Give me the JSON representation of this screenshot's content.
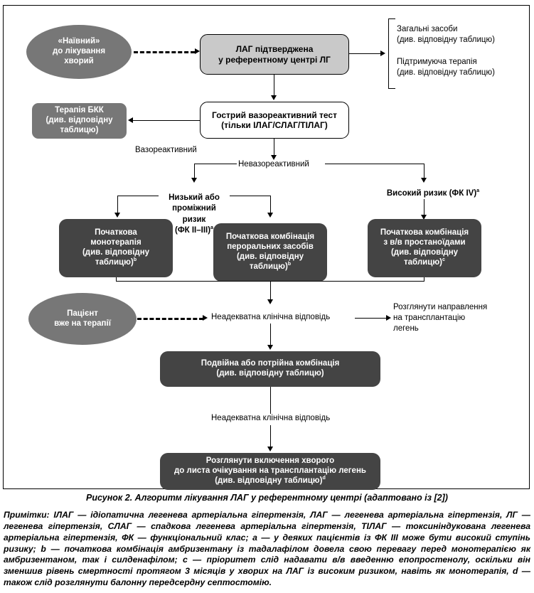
{
  "figure": {
    "caption": "Рисунок 2. Алгоритм лікування ЛАГ у референтному центрі (адаптовано із [2])"
  },
  "nodes": {
    "naive_patient": "«Наївний»\nдо лікування\nхворий",
    "pah_confirmed": "ЛАГ підтверджена\nу референтному центрі ЛГ",
    "ccb_therapy": "Терапія БКК\n(див. відповідну\nтаблицю)",
    "vasoreactive_test": "Гострий вазореактивний тест\n(тільки ІЛАГ/СЛАГ/ТІЛАГ)",
    "initial_monotherapy": "Початкова\nмонотерапія\n(див. відповідну\nтаблицю)",
    "initial_monotherapy_sup": "b",
    "initial_oral_combo": "Початкова комбінація\nпероральних засобів\n(див. відповідну\nтаблицю)",
    "initial_oral_combo_sup": "b",
    "initial_iv_prostanoid_combo": "Початкова комбінація\nз в/в простаноїдами\n(див. відповідну\nтаблицю)",
    "initial_iv_prostanoid_combo_sup": "c",
    "patient_on_therapy": "Пацієнт\nвже на терапії",
    "double_triple_combo": "Подвійна або потрійна комбінація\n(див. відповідну таблицю)",
    "consider_transplant_list": "Розглянути включення хворого\nдо листа очікування на трансплантацію легень\n(див. відповідну таблицю)",
    "consider_transplant_list_sup": "d"
  },
  "labels": {
    "general_measures": "Загальні засоби\n(див. відповідну таблицю)",
    "supportive_therapy": "Підтримуюча терапія\n(див. відповідну таблицю)",
    "vasoreactive": "Вазореактивний",
    "non_vasoreactive": "Невазореактивний",
    "low_intermediate_risk": "Низький або\nпроміжний\nризик\n(ФК II–III)",
    "low_intermediate_risk_sup": "a",
    "high_risk": "Високий ризик (ФК IV)",
    "high_risk_sup": "a",
    "inadequate_response_1": "Неадекватна клінічна відповідь",
    "inadequate_response_2": "Неадекватна клінічна відповідь",
    "consider_referral_transplant": "Розглянути направлення\nна трансплантацію\nлегень"
  },
  "notes": {
    "text": "Примітки: ІЛАГ — ідіопатична легенева артеріальна гіпертензія, ЛАГ — легенева артеріальна гіпертензія, ЛГ — легенева гіпертензія, СЛАГ — спадкова легенева артеріальна гіпертензія, ТІЛАГ — токсиніндукована легенева артеріальна гіпертензія, ФК — функціональний клас; a — у деяких пацієнтів із ФК III може бути високий ступінь ризику; b — початкова комбінація амбризентану із тадалафілом довела свою перевагу перед монотерапією як амбризентаном, так і силденафілом; c — пріоритет слід надавати в/в введенню епопростенолу, оскільки він зменшив рівень смертності протягом 3 місяців у хворих на ЛАГ із високим ризиком, навіть як монотерапія, d — також слід розглянути балонну передсердну септостомію."
  },
  "colors": {
    "dark_box": "#444444",
    "gray_ellipse": "#777777",
    "light_box": "#c9c9c9",
    "white_box": "#ffffff",
    "line": "#000000"
  }
}
